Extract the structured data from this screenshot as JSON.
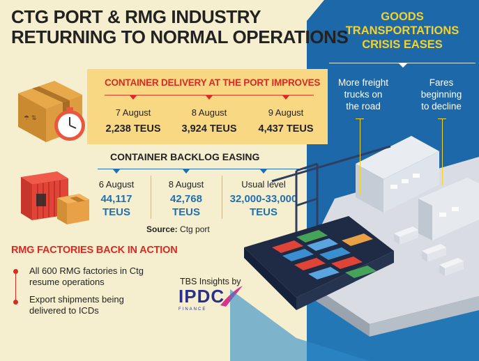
{
  "title": {
    "line1": "CTG PORT & RMG INDUSTRY",
    "line2": "RETURNING TO NORMAL OPERATIONS"
  },
  "delivery": {
    "heading": "CONTAINER DELIVERY AT THE PORT IMPROVES",
    "items": [
      {
        "date": "7 August",
        "value": "2,238 TEUS"
      },
      {
        "date": "8 August",
        "value": "3,924 TEUS"
      },
      {
        "date": "9 August",
        "value": "4,437 TEUS"
      }
    ]
  },
  "backlog": {
    "heading": "CONTAINER BACKLOG EASING",
    "items": [
      {
        "label": "6 August",
        "value": "44,117",
        "unit": "TEUS"
      },
      {
        "label": "8 August",
        "value": "42,768",
        "unit": "TEUS"
      },
      {
        "label": "Usual level",
        "value": "32,000-33,000",
        "unit": "TEUS"
      }
    ],
    "source_label": "Source:",
    "source_value": "Ctg port"
  },
  "rmg": {
    "heading": "RMG FACTORIES BACK IN ACTION",
    "bullets": [
      {
        "line1": "All 600 RMG factories in Ctg",
        "line2": "resume operations"
      },
      {
        "line1": "Export shipments being",
        "line2": "delivered to ICDs"
      }
    ]
  },
  "goods": {
    "heading_line1": "GOODS",
    "heading_line2": "TRANSPORTATIONS",
    "heading_line3": "CRISIS EASES",
    "left_point": {
      "line1": "More freight",
      "line2": "trucks on",
      "line3": "the road"
    },
    "right_point": {
      "line1": "Fares",
      "line2": "beginning",
      "line3": "to decline"
    }
  },
  "sponsor": {
    "by_line": "TBS Insights by",
    "brand": "IPDC",
    "brand_sub": "FINANCE"
  },
  "colors": {
    "background": "#f6efcf",
    "band": "#f9d883",
    "accent_red": "#d92b21",
    "accent_blue": "#1f6fb2",
    "accent_yellow": "#f4d22b"
  }
}
